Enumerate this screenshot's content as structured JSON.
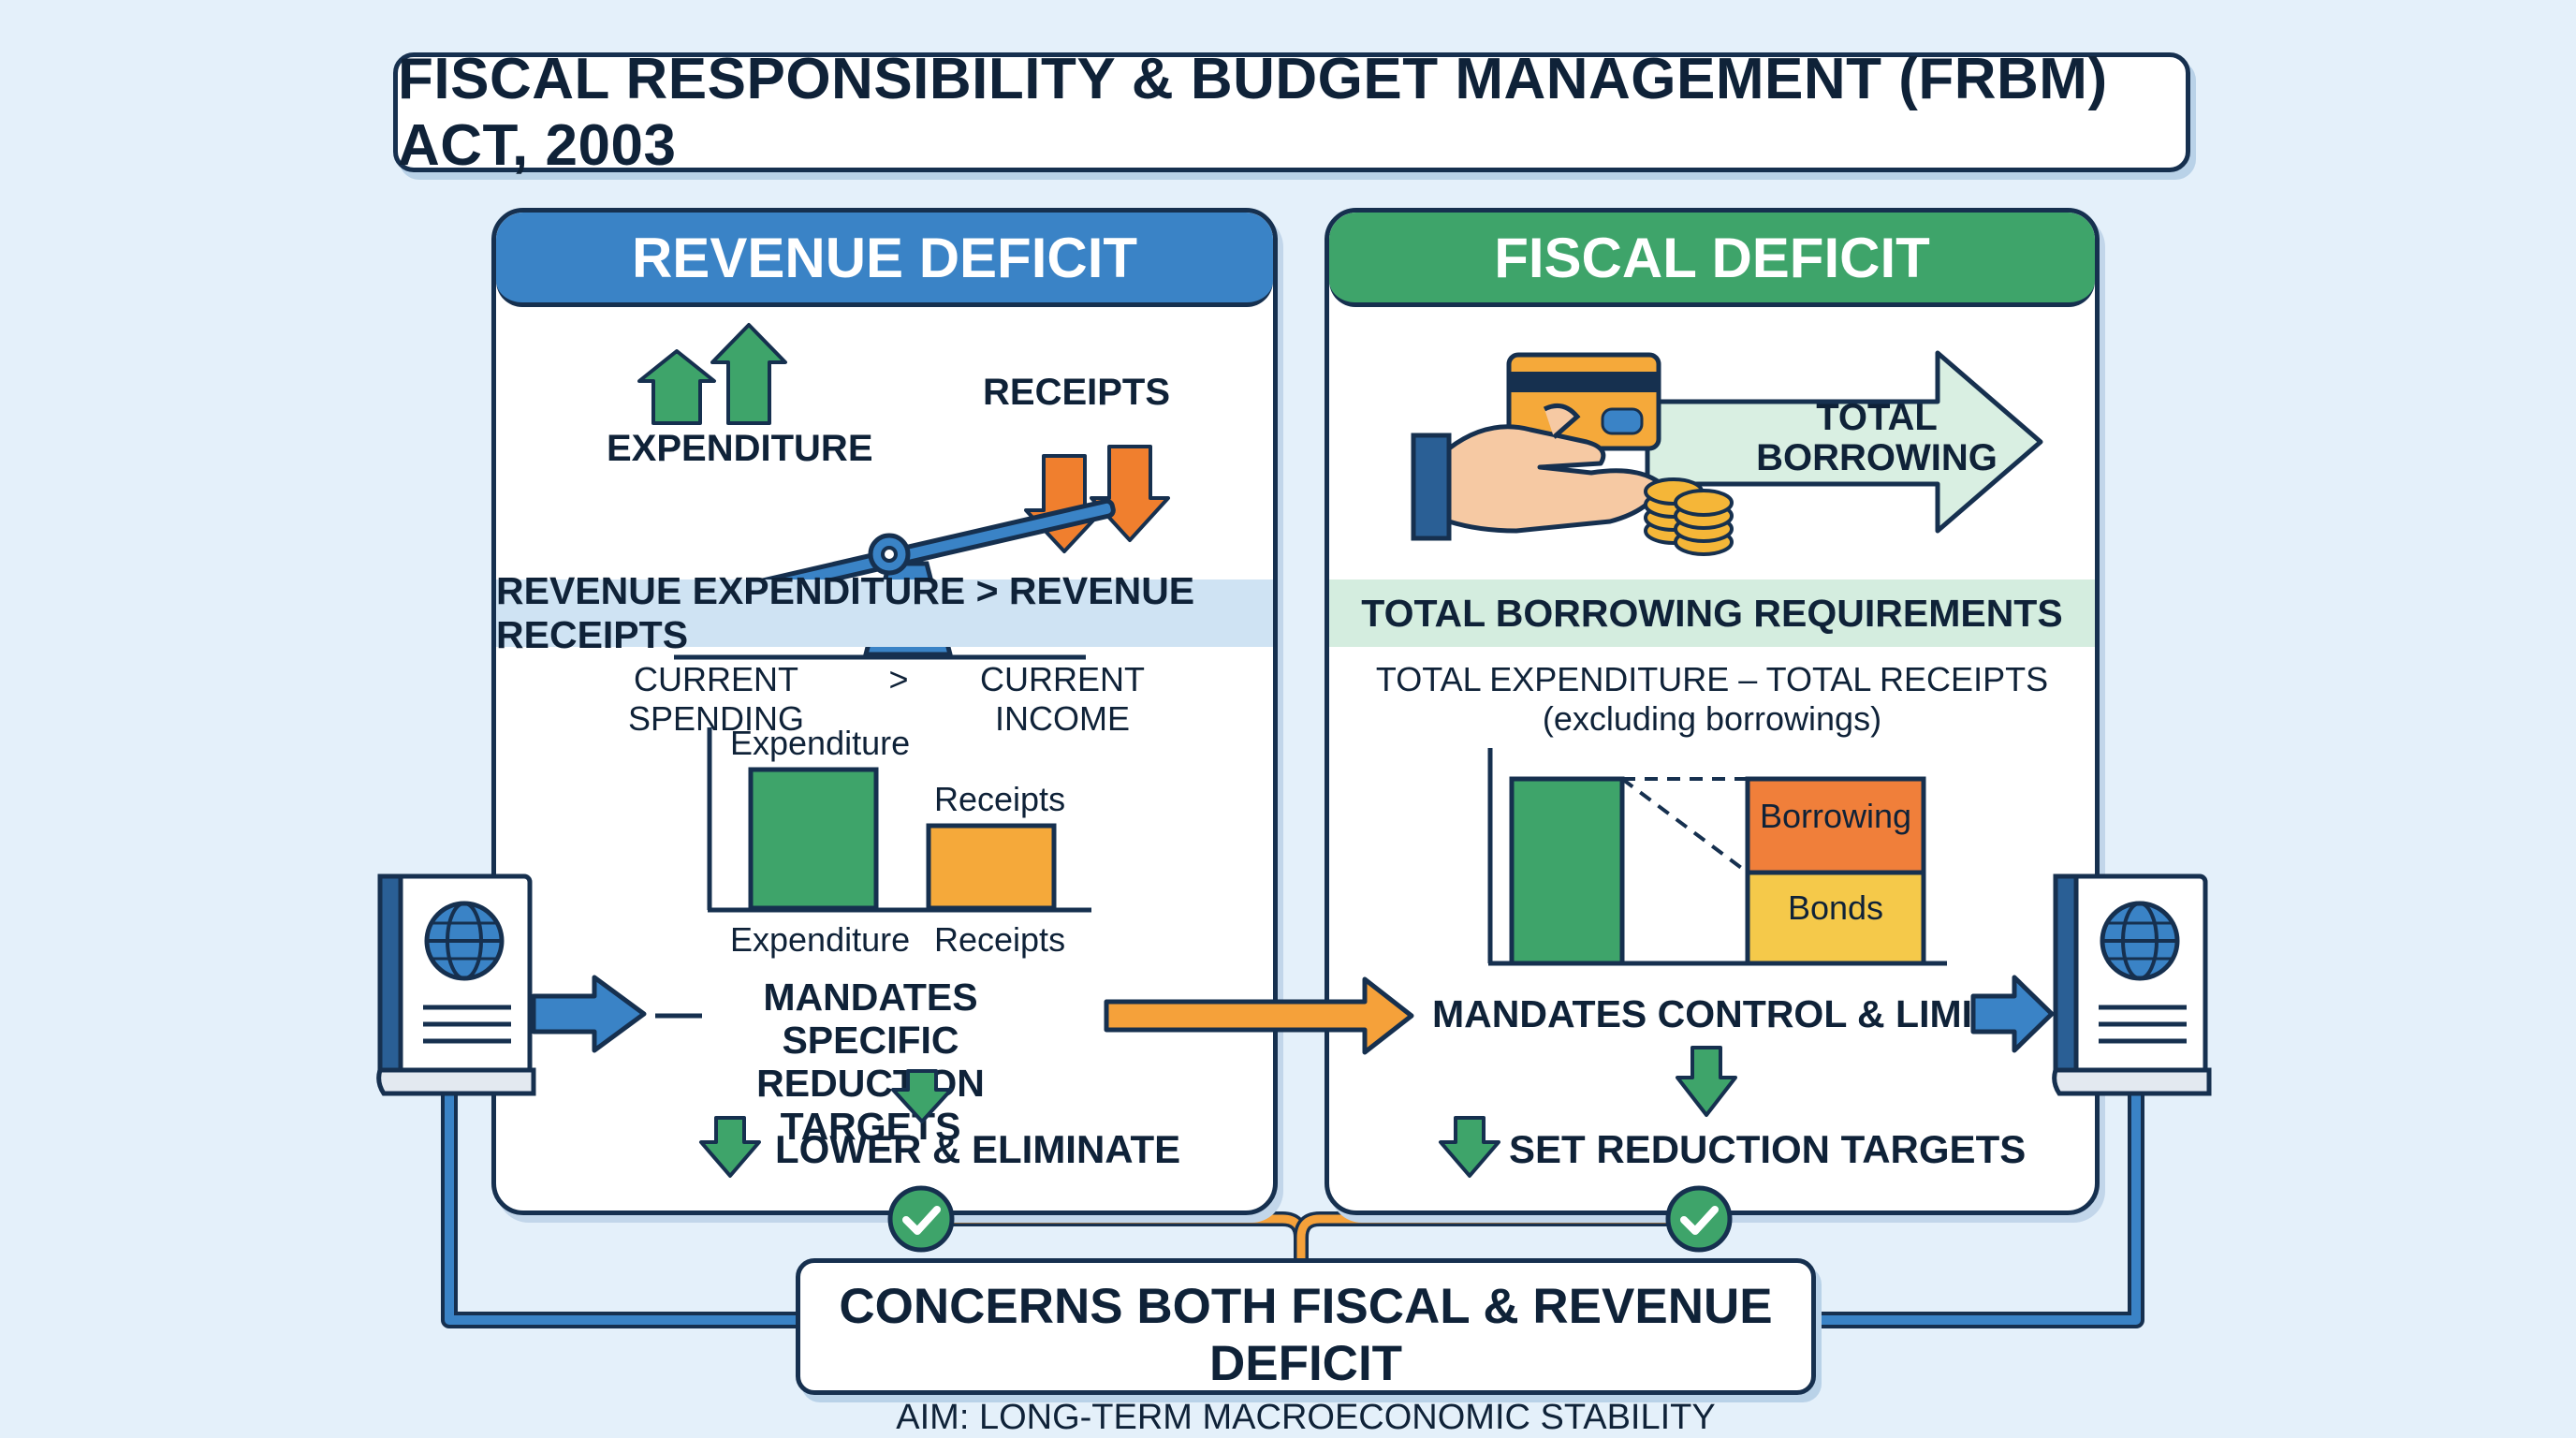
{
  "title": "FISCAL RESPONSIBILITY & BUDGET MANAGEMENT (FRBM) ACT, 2003",
  "colors": {
    "blue": "#3a83c6",
    "green": "#3ea46a",
    "orange": "#f5a13a",
    "navy": "#16304f",
    "light_blue_band": "#cfe3f3",
    "light_green_band": "#d4eddf"
  },
  "revenue": {
    "header": "REVENUE DEFICIT",
    "expenditure_label": "EXPENDITURE",
    "receipts_label": "RECEIPTS",
    "band": "REVENUE EXPENDITURE > REVENUE RECEIPTS",
    "current_spending": "CURRENT SPENDING",
    "gt": ">",
    "current_income": "CURRENT INCOME",
    "bar_top_left": "Expenditure",
    "bar_top_right": "Receipts",
    "bar_axis_left": "Expenditure",
    "bar_axis_right": "Receipts",
    "mandate_line1": "MANDATES SPECIFIC",
    "mandate_line2": "REDUCTION TARGETS",
    "outcome": "LOWER & ELIMINATE"
  },
  "fiscal": {
    "header": "FISCAL DEFICIT",
    "arrow_line1": "TOTAL",
    "arrow_line2": "BORROWING",
    "band": "TOTAL BORROWING REQUIREMENTS",
    "formula": "TOTAL EXPENDITURE – TOTAL RECEIPTS",
    "formula_note": "(excluding borrowings)",
    "stack_top": "Borrowing",
    "stack_bottom": "Bonds",
    "mandate": "MANDATES CONTROL & LIMITS",
    "outcome": "SET REDUCTION TARGETS"
  },
  "bottom": {
    "headline": "CONCERNS BOTH FISCAL & REVENUE DEFICIT",
    "aim": "AIM: LONG-TERM MACROECONOMIC STABILITY"
  },
  "icons": [
    "law-book-icon",
    "globe-icon",
    "seesaw-scale-icon",
    "credit-card-icon",
    "hand-icon",
    "coin-stack-icon",
    "check-circle-icon",
    "arrow-up-icon",
    "arrow-down-icon"
  ]
}
